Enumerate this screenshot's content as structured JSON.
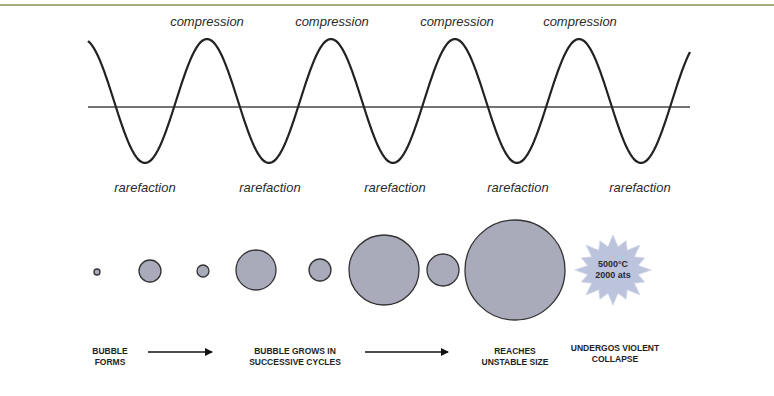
{
  "diagram": {
    "nodes": [
      {
        "text": [
          "5000°C 2000 ats"
        ]
      }
    ],
    "labels": [
      "compression",
      "compression",
      "compression",
      "compression",
      "rarefaction",
      "rarefaction",
      "rarefaction",
      "rarefaction",
      "rarefaction",
      "BUBBLE FORMS",
      "BUBBLE GROWS IN SUCCESSIVE CYCLES",
      "REACHES UNSTABLE SIZE",
      "UNDERGOS VIOLENT COLLAPSE"
    ]
  }
}
